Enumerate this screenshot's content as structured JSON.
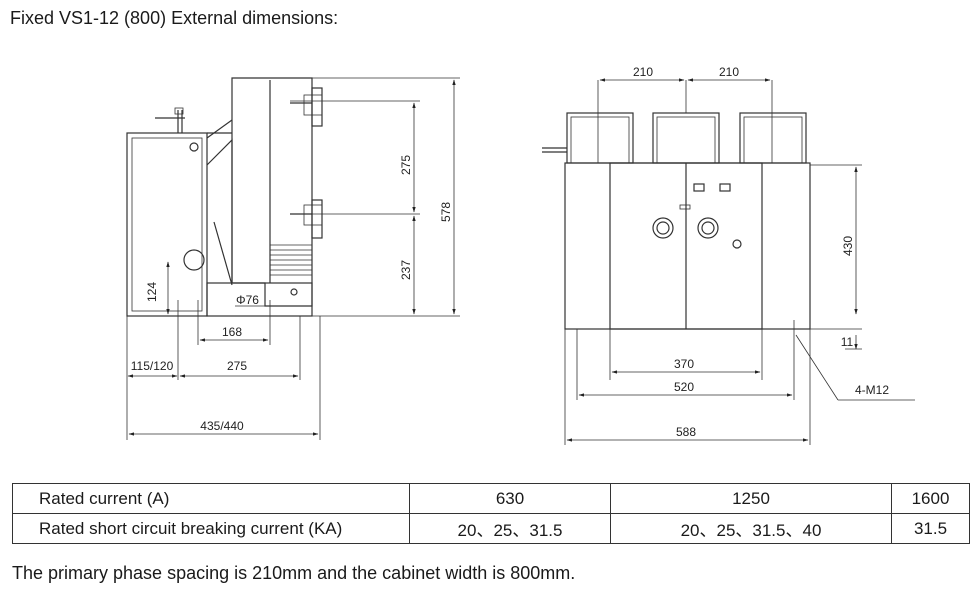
{
  "title": "Fixed VS1-12 (800) External dimensions:",
  "side_view": {
    "dims": [
      "275",
      "578",
      "237",
      "124",
      "Φ76",
      "168",
      "115/120",
      "275",
      "435/440"
    ]
  },
  "front_view": {
    "dims": [
      "210",
      "210",
      "430",
      "11",
      "370",
      "520",
      "588",
      "4-M12"
    ]
  },
  "table": {
    "rows": [
      {
        "label": "Rated current (A)",
        "cells": [
          "630",
          "1250",
          "1600"
        ]
      },
      {
        "label": "Rated short circuit breaking current (KA)",
        "cells": [
          "20、25、31.5",
          "20、25、31.5、40",
          "31.5"
        ]
      }
    ]
  },
  "footnote": "The primary phase spacing is 210mm and the cabinet width is 800mm."
}
